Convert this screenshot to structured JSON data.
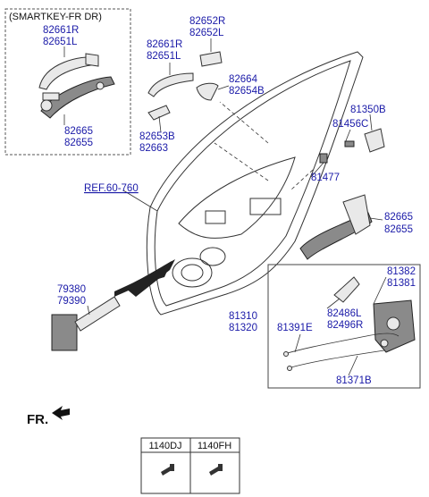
{
  "groups": {
    "smartkey_title": "(SMARTKEY-FR DR)"
  },
  "labels": {
    "p82661R_a": "82661R",
    "p82651L_a": "82651L",
    "p82665_a": "82665",
    "p82655_a": "82655",
    "p82652R": "82652R",
    "p82652L": "82652L",
    "p82661R_b": "82661R",
    "p82651L_b": "82651L",
    "p82664": "82664",
    "p82654B": "82654B",
    "p82653B": "82653B",
    "p82663": "82663",
    "ref": "REF.60-760",
    "p81350B": "81350B",
    "p81456C": "81456C",
    "p81477": "81477",
    "p82665_b": "82665",
    "p82655_b": "82655",
    "p81382": "81382",
    "p81381": "81381",
    "p82486L": "82486L",
    "p82496R": "82496R",
    "p81310": "81310",
    "p81320": "81320",
    "p81391E": "81391E",
    "p81371B": "81371B",
    "p79380": "79380",
    "p79390": "79390",
    "fr": "FR."
  },
  "bolt_table": {
    "headers": [
      "1140DJ",
      "1140FH"
    ]
  },
  "colors": {
    "label_blue": "#1a1aa8",
    "line": "#333333"
  }
}
